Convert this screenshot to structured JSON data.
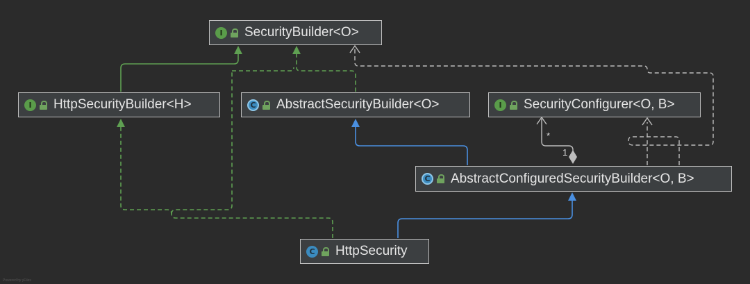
{
  "nodes": {
    "security_builder": {
      "label": "SecurityBuilder<O>",
      "kind": "interface",
      "kind_glyph": "I"
    },
    "http_security_builder": {
      "label": "HttpSecurityBuilder<H>",
      "kind": "interface",
      "kind_glyph": "I"
    },
    "abstract_security_builder": {
      "label": "AbstractSecurityBuilder<O>",
      "kind": "abstract class",
      "kind_glyph": "C"
    },
    "security_configurer": {
      "label": "SecurityConfigurer<O, B>",
      "kind": "interface",
      "kind_glyph": "I"
    },
    "abstract_configured_security_builder": {
      "label": "AbstractConfiguredSecurityBuilder<O, B>",
      "kind": "abstract class",
      "kind_glyph": "C"
    },
    "http_security": {
      "label": "HttpSecurity",
      "kind": "class",
      "kind_glyph": "C"
    }
  },
  "edges": [
    {
      "from": "HttpSecurityBuilder<H>",
      "to": "SecurityBuilder<O>",
      "type": "extends"
    },
    {
      "from": "AbstractSecurityBuilder<O>",
      "to": "SecurityBuilder<O>",
      "type": "implements"
    },
    {
      "from": "AbstractConfiguredSecurityBuilder<O, B>",
      "to": "SecurityBuilder<O>",
      "type": "implements"
    },
    {
      "from": "AbstractConfiguredSecurityBuilder<O, B>",
      "to": "AbstractSecurityBuilder<O>",
      "type": "extends"
    },
    {
      "from": "AbstractConfiguredSecurityBuilder<O, B>",
      "to": "SecurityConfigurer<O, B>",
      "type": "aggregation",
      "source_multiplicity": "1",
      "target_multiplicity": "*"
    },
    {
      "from": "HttpSecurity",
      "to": "AbstractConfiguredSecurityBuilder<O, B>",
      "type": "extends"
    },
    {
      "from": "HttpSecurity",
      "to": "HttpSecurityBuilder<H>",
      "type": "implements"
    }
  ],
  "multiplicity": {
    "many": "*",
    "one": "1"
  },
  "colors": {
    "background": "#2b2b2b",
    "node_fill": "#3c3f41",
    "node_border": "#bfbfbf",
    "text": "#e6e6e6",
    "interface_inheritance": "#5fa052",
    "class_inheritance": "#4a8fe0",
    "realization": "#bdbdbd",
    "aggregation": "#bdbdbd"
  },
  "footer": "Powered by yFiles"
}
